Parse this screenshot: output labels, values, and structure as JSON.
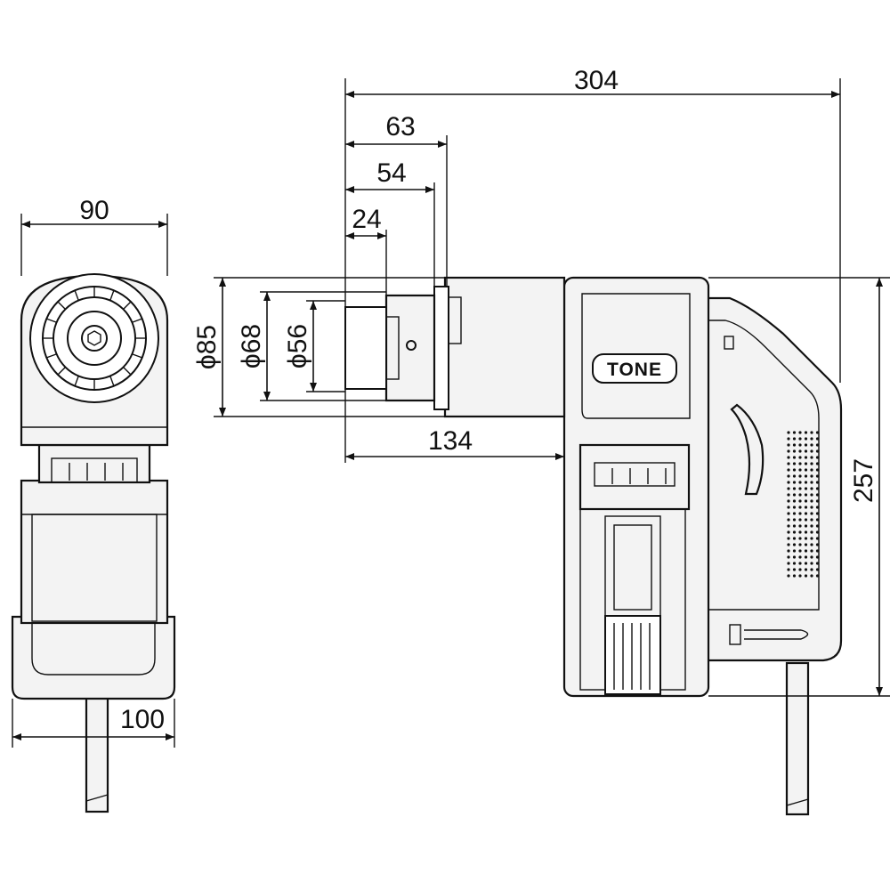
{
  "brand": {
    "logo_text": "TONE"
  },
  "dimensions": {
    "front_width_top": "90",
    "front_width_bottom": "100",
    "overall_length": "304",
    "socket_63": "63",
    "socket_54": "54",
    "socket_24": "24",
    "diameter_85": "ϕ85",
    "diameter_68": "ϕ68",
    "diameter_56": "ϕ56",
    "nose_to_grip": "134",
    "overall_height": "257"
  },
  "colors": {
    "outline": "#111111",
    "body": "#f3f3f3",
    "background": "#ffffff"
  }
}
